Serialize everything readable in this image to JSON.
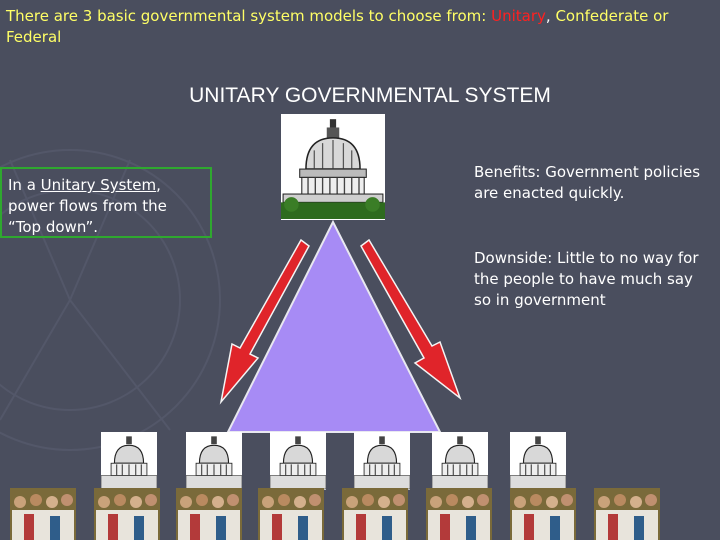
{
  "intro": {
    "prefix": "There are 3 basic governmental system models to choose from: ",
    "unitary": "Unitary",
    "comma": ", ",
    "confederate_federal": "Confederate or Federal"
  },
  "title": "UNITARY GOVERNMENTAL SYSTEM",
  "definition": {
    "before": "In a ",
    "term": "Unitary System",
    "after": ", power flows from the “Top down”."
  },
  "benefits": "Benefits: Government policies are enacted quickly.",
  "downside": "Downside: Little to no way for the people to have much say so in government",
  "icons": {
    "top_building": "capitol-building-icon",
    "lower_buildings": "capitol-building-icon",
    "people": "crowd-photo-icon"
  },
  "colors": {
    "background": "#4a4e5e",
    "intro_text": "#ffff66",
    "unitary_highlight": "#ff2020",
    "triangle": "#a78bf5",
    "arrows": "#e0242a",
    "box_border": "#2fa82f"
  }
}
